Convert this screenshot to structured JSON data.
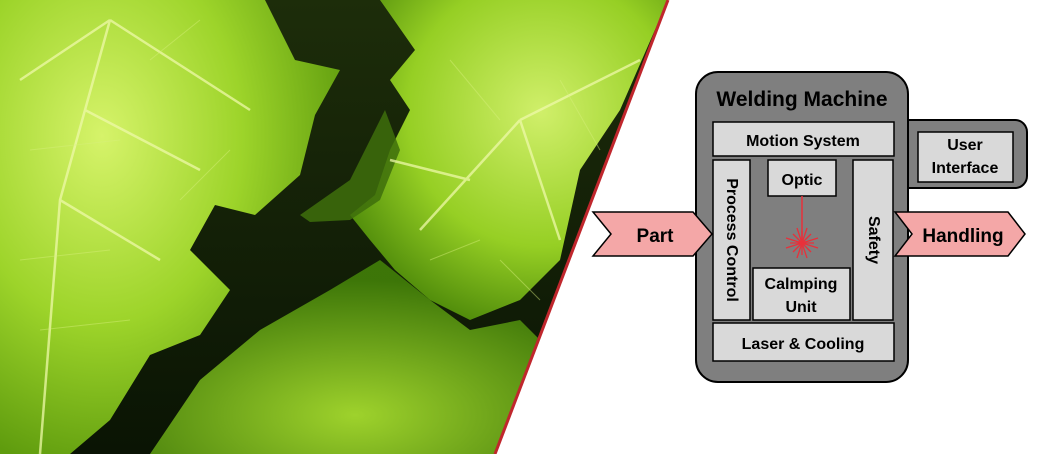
{
  "diagram": {
    "title": "Welding Machine",
    "modules": {
      "motion_system": "Motion System",
      "process_control": "Process Control",
      "optic": "Optic",
      "safety": "Safety",
      "clamping_unit_line1": "Calmping",
      "clamping_unit_line2": "Unit",
      "laser_cooling": "Laser & Cooling",
      "user_interface_line1": "User",
      "user_interface_line2": "Interface"
    },
    "input_arrow": "Part",
    "output_arrow": "Handling"
  },
  "colors": {
    "machine_frame": "#7f7f7f",
    "module_fill": "#d9d9d9",
    "arrow_fill": "#f4a7a7",
    "laser": "#e8303a",
    "divider": "#c0272d",
    "leaf_light": "#b6e34a",
    "leaf_mid": "#7cc215",
    "shadow": "#0d1a05"
  },
  "photo": {
    "subject": "green maple leaves backlit",
    "icon": "leaf-photo"
  }
}
